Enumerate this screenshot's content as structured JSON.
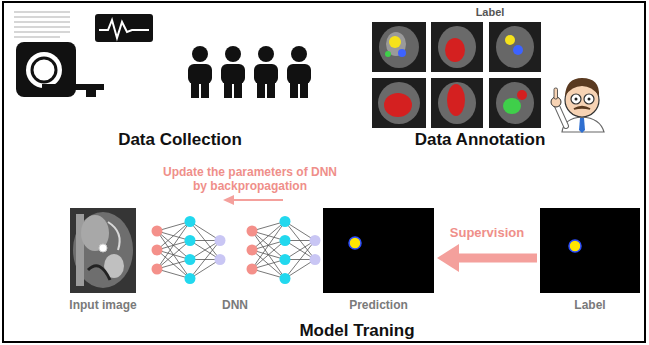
{
  "diagram": {
    "nodes": [
      {
        "text": [
          "Input image"
        ]
      },
      {
        "text": [
          "DNN"
        ]
      },
      {
        "text": [
          "Prediction"
        ]
      },
      {
        "text": [
          "Label"
        ]
      }
    ],
    "edges": [
      {
        "from": 3,
        "to": 2,
        "label": "Supervision",
        "arrow": "to"
      }
    ],
    "labels": [
      "Data Collection",
      "Label",
      "Data Annotation",
      "Update the parameters of DNN by backpropagation",
      "Model Traning"
    ]
  }
}
